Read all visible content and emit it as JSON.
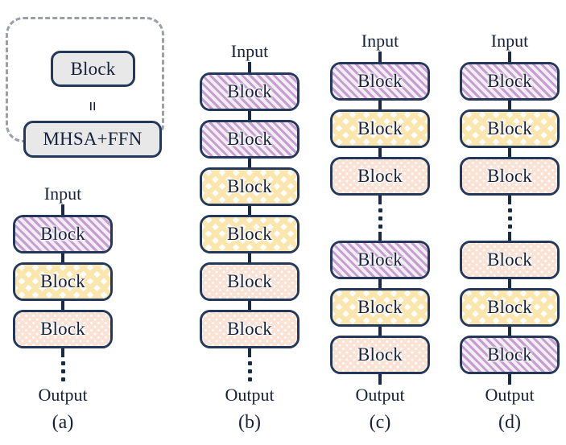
{
  "figure": {
    "caption_style": "sub-figure letters",
    "block_label": "Block",
    "input_label": "Input",
    "output_label": "Output",
    "ellipsis_glyph": "vertical-ellipsis"
  },
  "legend": {
    "top_block_label": "Block",
    "equals_symbol": "=",
    "bottom_block_label": "MHSA+FFN",
    "border_style": "dashed",
    "border_color": "#9aa0a6",
    "block_fill": "#e8e8e8",
    "block_border": "#24385B"
  },
  "palette": {
    "border": "#24385B",
    "connector": "#1b2a44",
    "text": "#16213a",
    "purple_hatch": "#c49fce",
    "yellow_diamond": "#fbe6ae",
    "orange_dot": "#fae2d4",
    "background": "#ffffff"
  },
  "panels": [
    {
      "id": "a",
      "label": "(a)",
      "input": "Input",
      "output": "Output",
      "ellipsis_after_blocks": true,
      "blocks": [
        {
          "label": "Block",
          "pattern": "purple"
        },
        {
          "label": "Block",
          "pattern": "yellow"
        },
        {
          "label": "Block",
          "pattern": "orange"
        }
      ],
      "blocks_after_ellipsis": []
    },
    {
      "id": "b",
      "label": "(b)",
      "input": "Input",
      "output": "Output",
      "ellipsis_after_blocks": true,
      "blocks": [
        {
          "label": "Block",
          "pattern": "purple"
        },
        {
          "label": "Block",
          "pattern": "purple"
        },
        {
          "label": "Block",
          "pattern": "yellow"
        },
        {
          "label": "Block",
          "pattern": "yellow"
        },
        {
          "label": "Block",
          "pattern": "orange"
        },
        {
          "label": "Block",
          "pattern": "orange"
        }
      ],
      "blocks_after_ellipsis": []
    },
    {
      "id": "c",
      "label": "(c)",
      "input": "Input",
      "output": "Output",
      "ellipsis_after_blocks": true,
      "blocks": [
        {
          "label": "Block",
          "pattern": "purple"
        },
        {
          "label": "Block",
          "pattern": "yellow"
        },
        {
          "label": "Block",
          "pattern": "orange"
        }
      ],
      "blocks_after_ellipsis": [
        {
          "label": "Block",
          "pattern": "purple"
        },
        {
          "label": "Block",
          "pattern": "yellow"
        },
        {
          "label": "Block",
          "pattern": "orange"
        }
      ]
    },
    {
      "id": "d",
      "label": "(d)",
      "input": "Input",
      "output": "Output",
      "ellipsis_after_blocks": true,
      "blocks": [
        {
          "label": "Block",
          "pattern": "purple"
        },
        {
          "label": "Block",
          "pattern": "yellow"
        },
        {
          "label": "Block",
          "pattern": "orange"
        }
      ],
      "blocks_after_ellipsis": [
        {
          "label": "Block",
          "pattern": "orange"
        },
        {
          "label": "Block",
          "pattern": "yellow"
        },
        {
          "label": "Block",
          "pattern": "purple"
        }
      ]
    }
  ]
}
